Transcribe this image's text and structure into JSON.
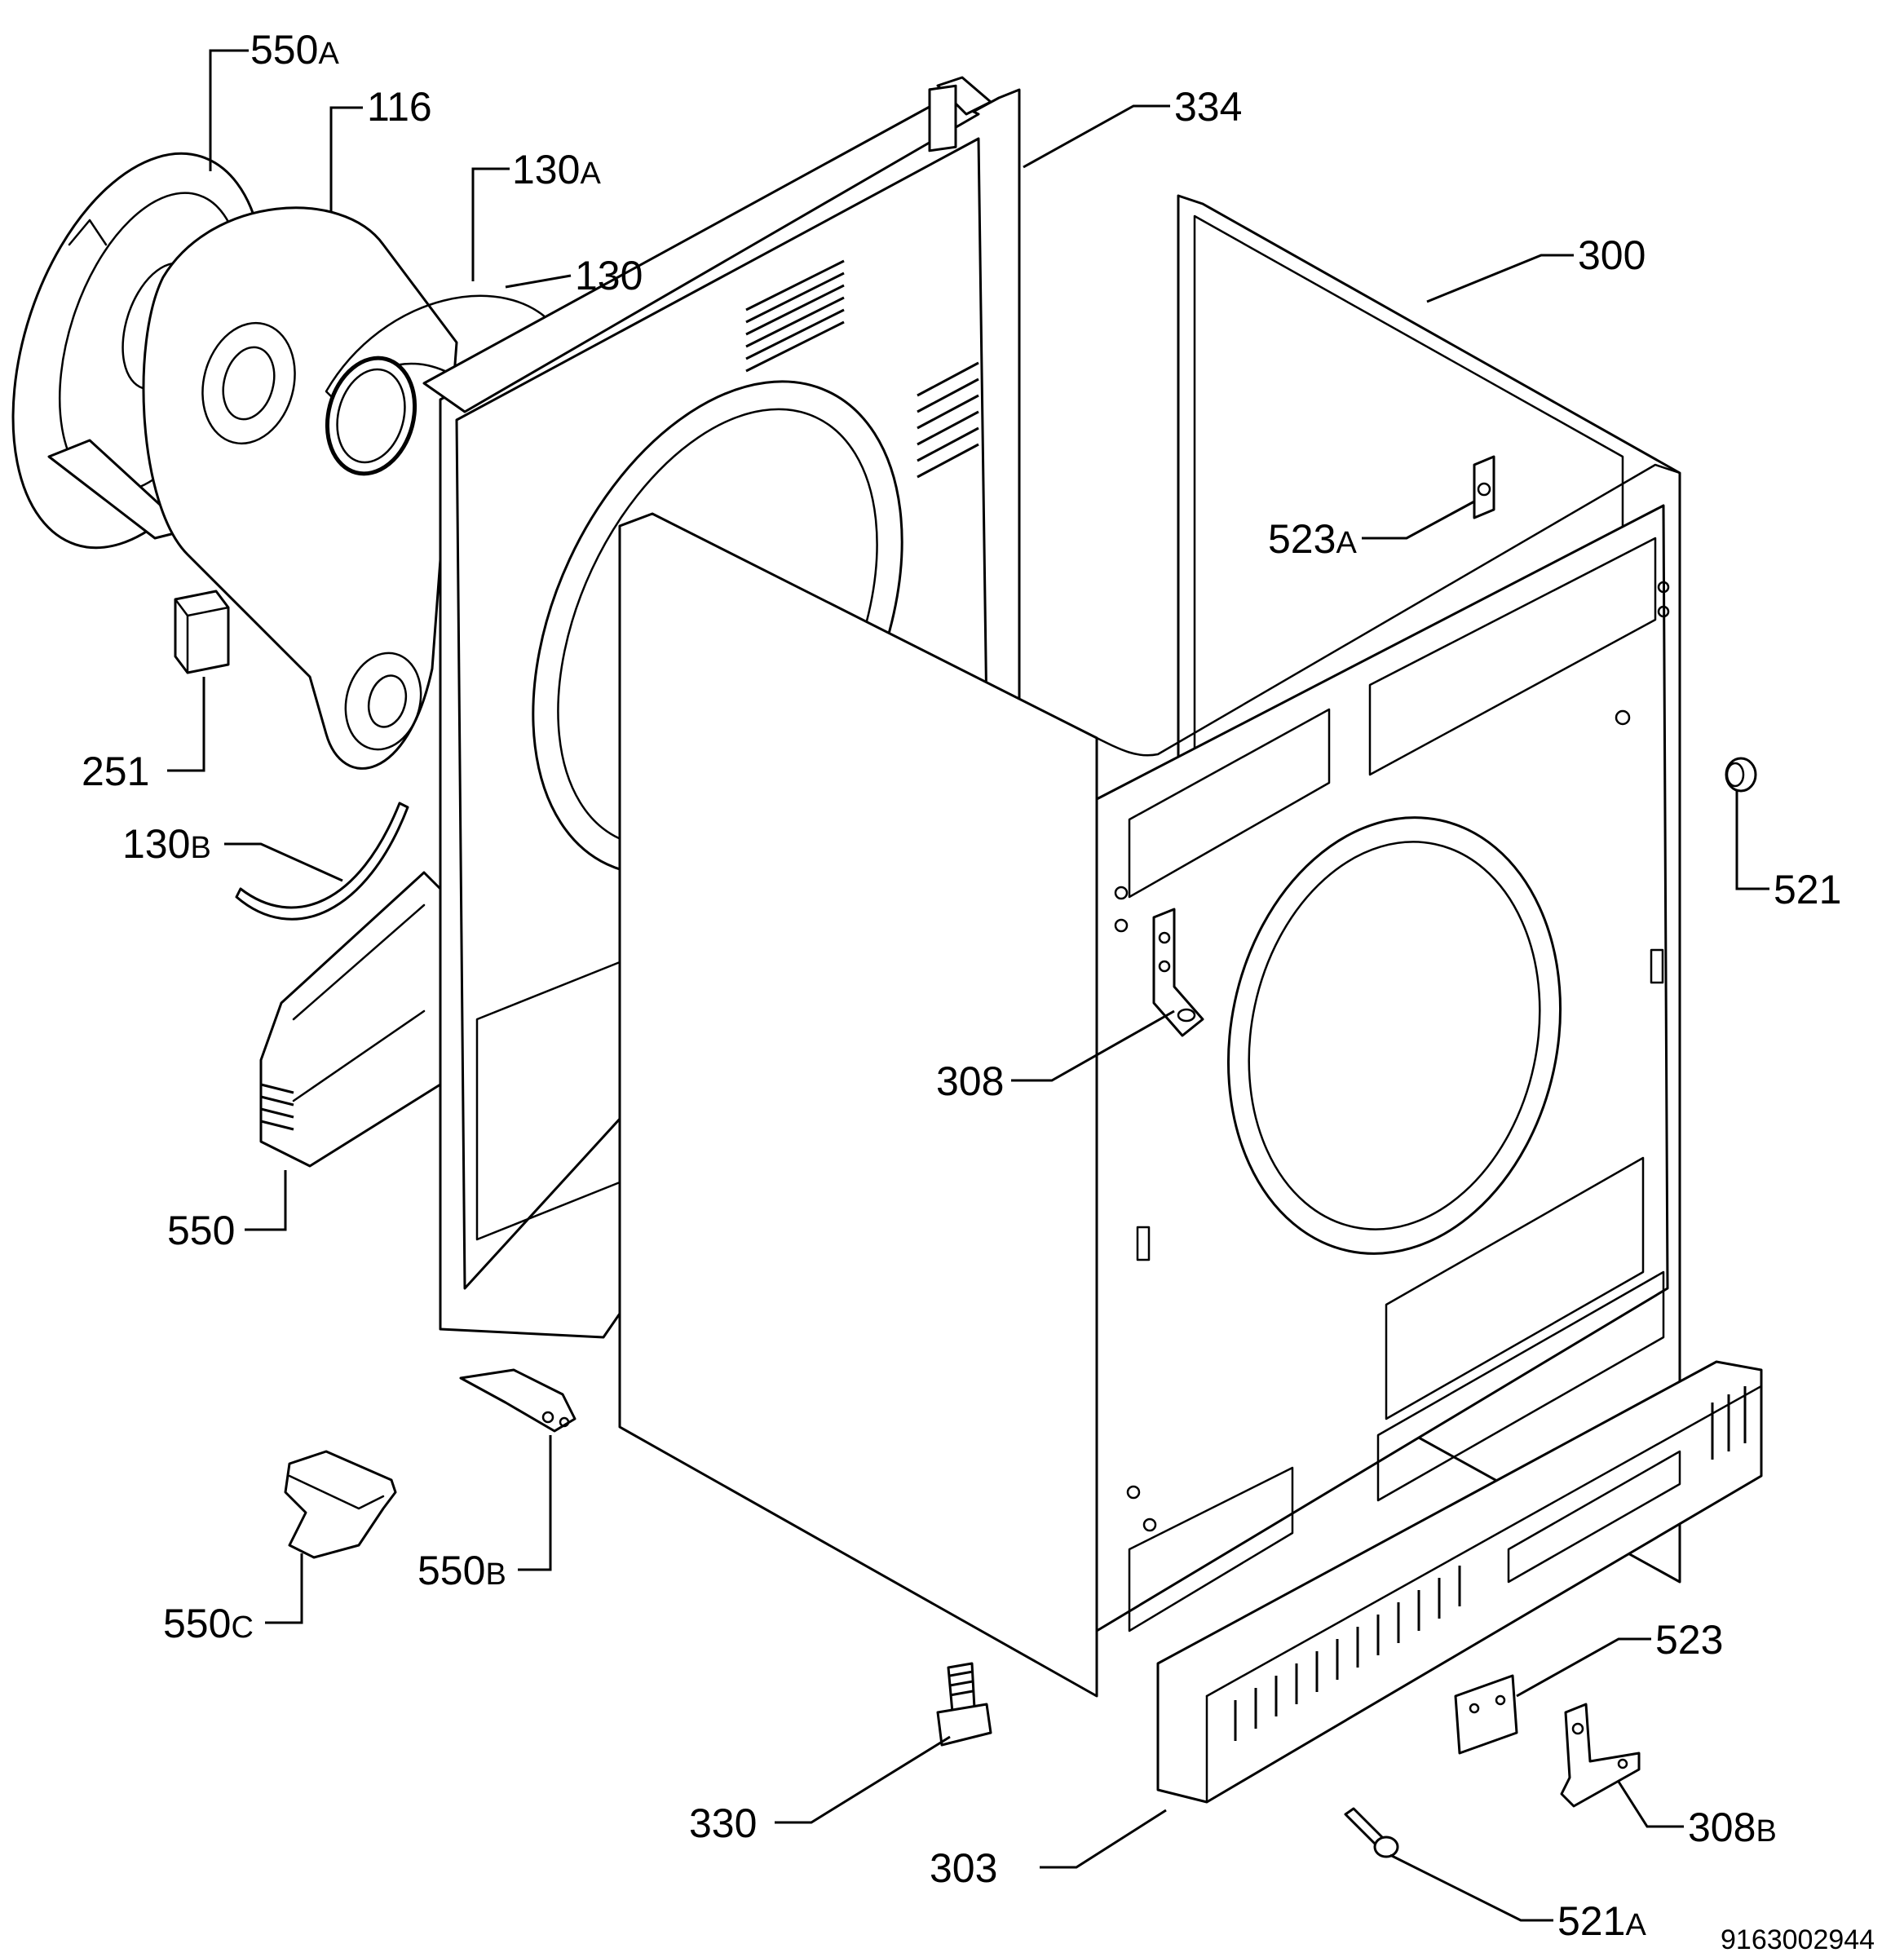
{
  "labels": {
    "l550a": {
      "num": "550",
      "sfx": "A"
    },
    "l116": {
      "num": "116",
      "sfx": ""
    },
    "l130a": {
      "num": "130",
      "sfx": "A"
    },
    "l130": {
      "num": "130",
      "sfx": ""
    },
    "l334": {
      "num": "334",
      "sfx": ""
    },
    "l300": {
      "num": "300",
      "sfx": ""
    },
    "l523a": {
      "num": "523",
      "sfx": "A"
    },
    "l251": {
      "num": "251",
      "sfx": ""
    },
    "l130b": {
      "num": "130",
      "sfx": "B"
    },
    "l521": {
      "num": "521",
      "sfx": ""
    },
    "l308": {
      "num": "308",
      "sfx": ""
    },
    "l550": {
      "num": "550",
      "sfx": ""
    },
    "l550b": {
      "num": "550",
      "sfx": "B"
    },
    "l550c": {
      "num": "550",
      "sfx": "C"
    },
    "l523": {
      "num": "523",
      "sfx": ""
    },
    "l330": {
      "num": "330",
      "sfx": ""
    },
    "l308b": {
      "num": "308",
      "sfx": "B"
    },
    "l303": {
      "num": "303",
      "sfx": ""
    },
    "l521a": {
      "num": "521",
      "sfx": "A"
    }
  },
  "document_number": "9163002944"
}
